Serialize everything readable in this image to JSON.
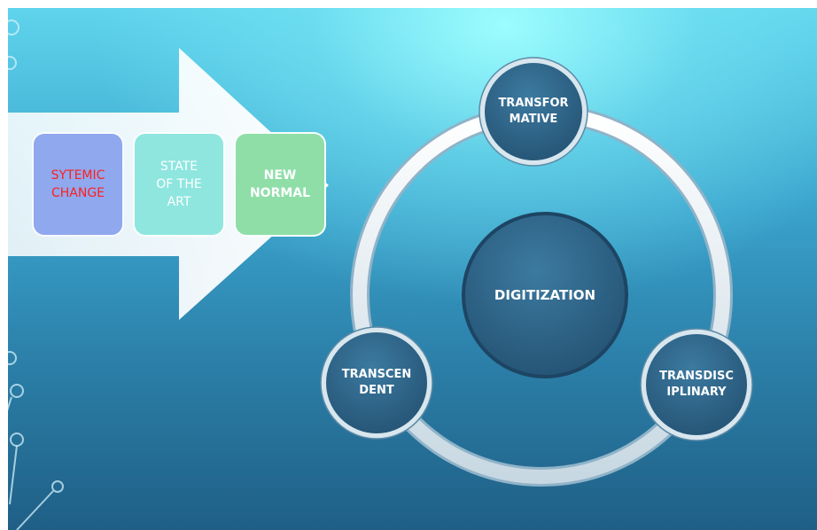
{
  "process": {
    "steps": [
      {
        "label": "SYTEMIC\nCHANGE"
      },
      {
        "label": "STATE\nOF THE\nART"
      },
      {
        "label": "NEW\nNORMAL"
      }
    ]
  },
  "cycle": {
    "center": "DIGITIZATION",
    "nodes": [
      {
        "label": "TRANSFOR\nMATIVE"
      },
      {
        "label": "TRANSCEN\nDENT"
      },
      {
        "label": "TRANSDISC\nIPLINARY"
      }
    ]
  },
  "colors": {
    "node_fill": "#2f6485",
    "ring": "#e4eef3",
    "step1_text": "#ff1f1f",
    "step1_fill": "#8fa8ee",
    "step2_fill": "#8ee6df",
    "step3_fill": "#8fdea8"
  }
}
